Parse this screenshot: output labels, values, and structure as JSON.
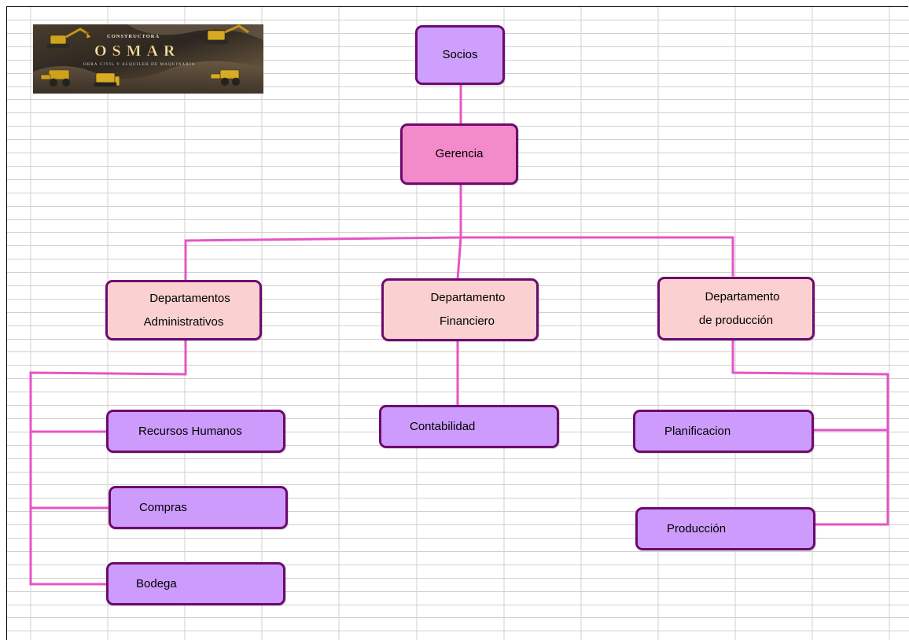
{
  "logo": {
    "company_tag": "CONSTRUCTORA",
    "company_name": "OSMAR",
    "tagline": "OBRA CIVIL Y ALQUILER DE MAQUINARIA"
  },
  "colors": {
    "border": "#6e0a6e",
    "connector": "#e455c8",
    "top_level": "#cf9ffd",
    "management": "#f38ac9",
    "departments": "#fbd0d0",
    "units": "#cd9bfb"
  },
  "org_chart": {
    "socios": "Socios",
    "gerencia": "Gerencia",
    "departments": [
      {
        "line1": "Departamentos",
        "line2": "Administrativos",
        "units": [
          "Recursos Humanos",
          "Compras",
          "Bodega"
        ]
      },
      {
        "line1": "Departamento",
        "line2": "Financiero",
        "units": [
          "Contabilidad"
        ]
      },
      {
        "line1": "Departamento",
        "line2": "de producción",
        "units": [
          "Planificacion",
          "Producción"
        ]
      }
    ]
  }
}
